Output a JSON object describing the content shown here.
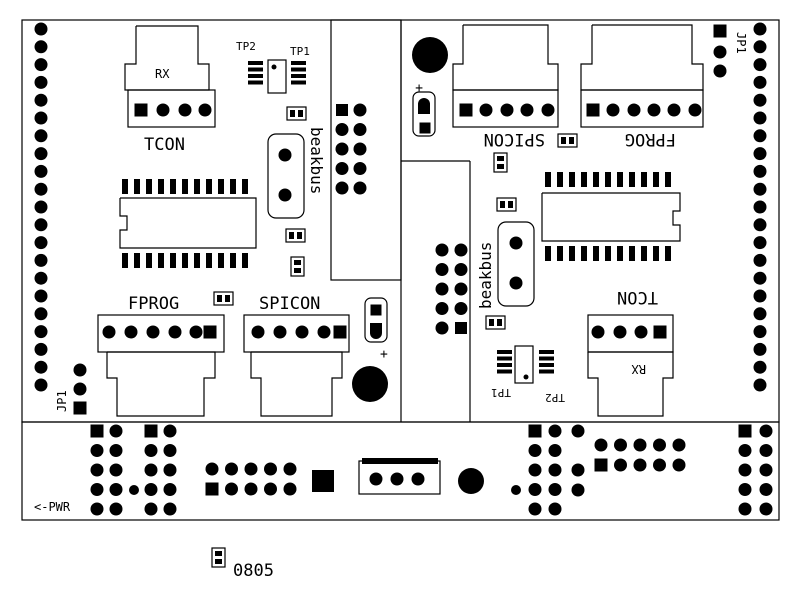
{
  "labels": {
    "tcon_left": "TCON",
    "rx_left": "RX",
    "tp2_left": "TP2",
    "tp1_left": "TP1",
    "beakbus_left": "beakbus",
    "fprog_left": "FPROG",
    "spicon_left": "SPICON",
    "plus_left": "+",
    "jp1_left": "JP1",
    "pwr": "<-PWR",
    "spicon_right": "SPICON",
    "fprog_right": "FPROG",
    "plus_right": "+",
    "jp1_right": "JP1",
    "beakbus_right": "beakbus",
    "tcon_right": "TCON",
    "rx_right": "RX",
    "tp1_right": "TP1",
    "tp2_right": "TP2",
    "legend": "0805"
  },
  "colors": {
    "ink": "#000000",
    "board": "#ffffff"
  }
}
